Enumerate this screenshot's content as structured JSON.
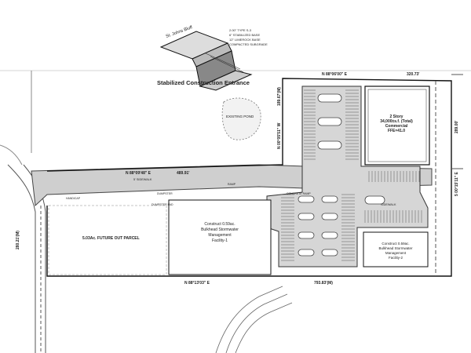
{
  "callouts": {
    "stabilized_entrance": "Stabilized Construction Entrance",
    "existing_pond": "EXISTING POND",
    "street": "St. Johns Bluff",
    "entrance_notes": [
      "2.00\" TYPE S-3",
      "6\" STABILIZED BASE",
      "12\" LIMEROCK BASE",
      "COMPACTED SUBGRADE"
    ]
  },
  "building": {
    "title": "2 Story",
    "area": "34,000±s.f. (Total)",
    "use": "Commercial",
    "ffe": "FFE=41.0"
  },
  "parcels": {
    "future_out_parcel": "5.03Ac. FUTURE OUT PARCEL",
    "stormwater_1_lines": [
      "Construct 0.59ac.",
      "Bulkhead Stormwater",
      "Management",
      "Facility-1"
    ],
    "stormwater_2_lines": [
      "Construct 0.59ac.",
      "Bulkhead Stormwater",
      "Management",
      "Facility-2"
    ]
  },
  "bearings": {
    "north_top": "N 88°06'00\" E",
    "north_top_dist": "320.73'",
    "middle": "N 88°09'48\" E",
    "middle_dist": "489.91'",
    "south": "N 88°13'03\" E",
    "south_dist": "793.83'(M)",
    "west": "280.21'(M)",
    "east": "5 00°15'11\" E",
    "inner_vertical": "N 00°05'51\" W",
    "inner_vertical_dist": "189.67'(M)",
    "east_upper_dist": "289.00'"
  },
  "labels": {
    "sidewalk": "5' SIDEWALK",
    "sidewalk_2": "SIDEWALK",
    "handicap": "HANDICAP",
    "dumpster": "DUMPSTER",
    "dumpster_pad": "DUMPSTER PAD",
    "ramp": "RAMP",
    "concrete_ramp": "CONCRETE RAMP"
  }
}
